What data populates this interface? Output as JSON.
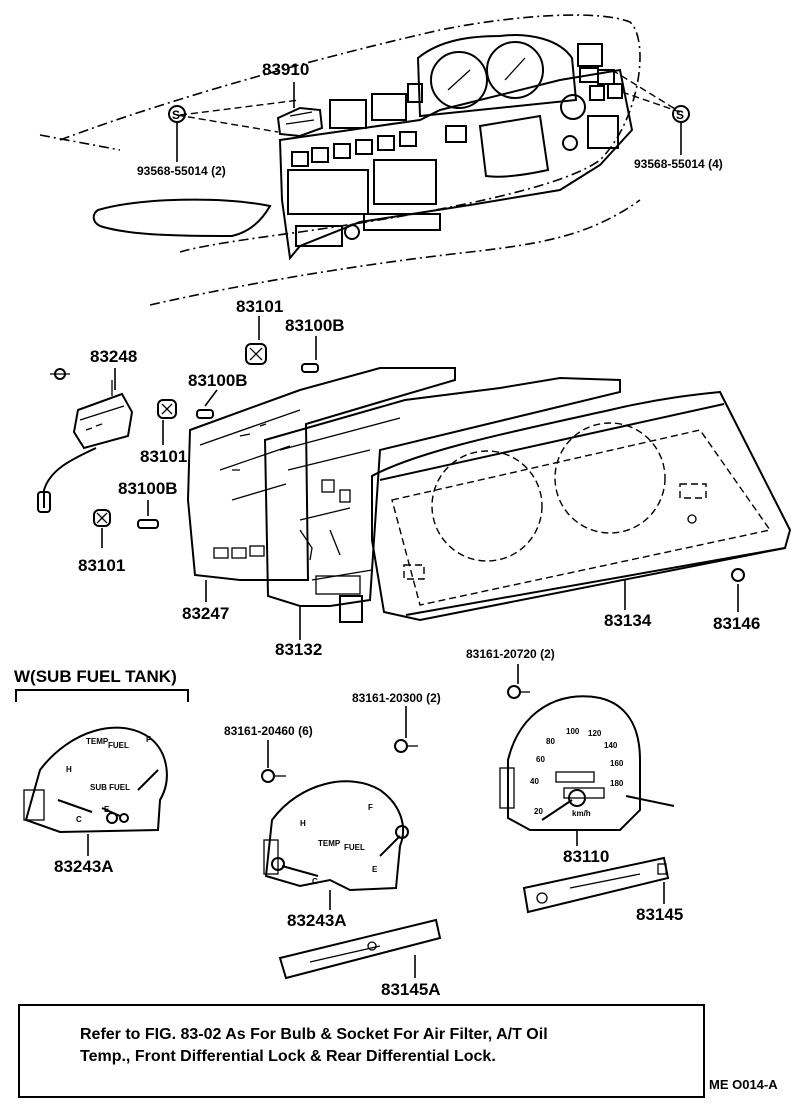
{
  "labels": {
    "p83910": "83910",
    "screw_left": "93568-55014 (2)",
    "screw_right": "93568-55014 (4)",
    "screw_symbol": "S",
    "p83101_top": "83101",
    "p83100B_top": "83100B",
    "p83248": "83248",
    "p83100B_mid": "83100B",
    "p83101_mid": "83101",
    "p83100B_low": "83100B",
    "p83101_low": "83101",
    "p83247": "83247",
    "p83132": "83132",
    "p83134": "83134",
    "p83146": "83146",
    "sub_fuel_tank": "W(SUB  FUEL  TANK)",
    "screw_20720": "83161-20720 (2)",
    "screw_20300": "83161-20300 (2)",
    "screw_20460": "83161-20460 (6)",
    "p83243A_left": "83243A",
    "p83243A_mid": "83243A",
    "p83110": "83110",
    "p83145": "83145",
    "p83145A": "83145A"
  },
  "gauge_text": {
    "temp": "TEMP",
    "fuel": "FUEL",
    "sub_fuel": "SUB FUEL",
    "h": "H",
    "c": "C",
    "e": "E",
    "f": "F",
    "kmh": "km/h",
    "speed_ticks": [
      "20",
      "40",
      "60",
      "80",
      "100",
      "120",
      "140",
      "160",
      "180"
    ]
  },
  "note": {
    "line1": "Refer to FIG. 83-02 As For Bulb & Socket For Air Filter, A/T Oil",
    "line2": "Temp., Front Differential Lock & Rear Differential Lock."
  },
  "figure_code": "ME  O014-A"
}
